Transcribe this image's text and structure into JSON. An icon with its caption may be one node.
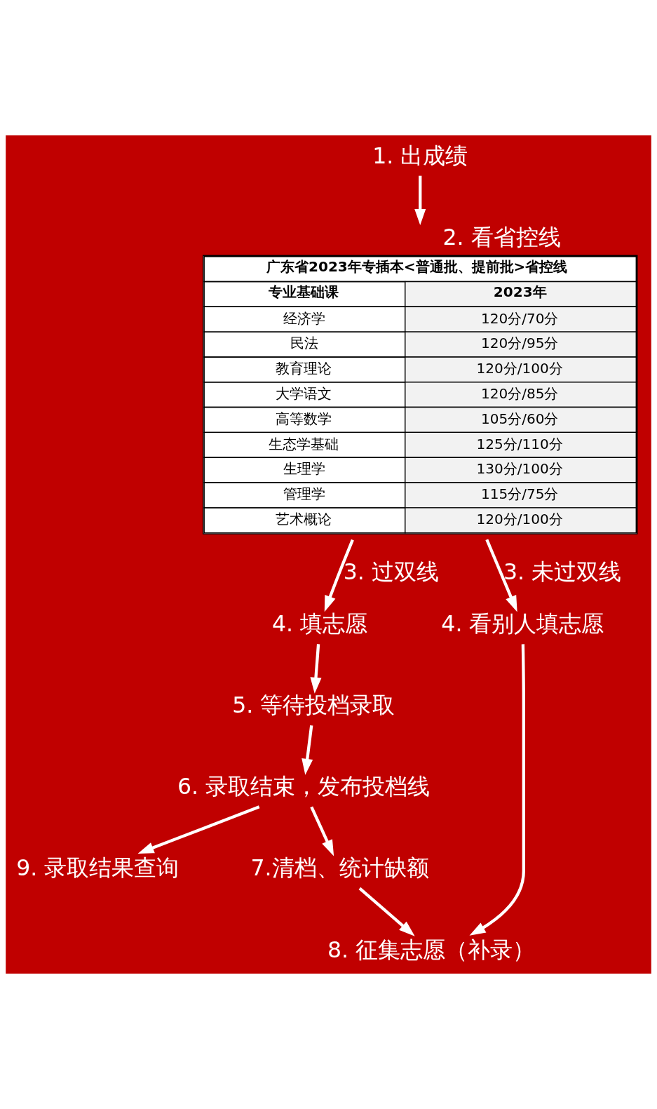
{
  "diagram": {
    "nodes": [
      {
        "text": [
          "1. 出成绩"
        ]
      },
      {
        "text": [
          "2. 看省控线",
          "广东省2023年专插本<普通批、提前批>省控线",
          "专业基础课",
          "2023年",
          "经济学",
          "120分/70分",
          "民法",
          "120分/95分",
          "教育理论",
          "120分/100分",
          "大学语文",
          "120分/85分",
          "高等数学",
          "105分/60分",
          "生态学基础",
          "125分/110分",
          "生理学",
          "130分/100分",
          "管理学",
          "115分/75分",
          "艺术概论",
          "120分/100分"
        ]
      },
      {
        "text": [
          "4. 填志愿"
        ]
      },
      {
        "text": [
          "4. 看别人填志愿"
        ]
      },
      {
        "text": [
          "5. 等待投档录取"
        ]
      },
      {
        "text": [
          "8. 征集志愿（补录）"
        ]
      },
      {
        "text": [
          "6. 录取结束，发布投档线"
        ]
      },
      {
        "text": [
          "9. 录取结果查询"
        ]
      },
      {
        "text": [
          "7.清档、统计缺额"
        ]
      }
    ],
    "edges": [
      {
        "from": 0,
        "to": 1,
        "arrow": "to"
      },
      {
        "from": 1,
        "to": 2,
        "arrow": "to",
        "label": "3. 过双线"
      },
      {
        "from": 1,
        "to": 3,
        "arrow": "to",
        "label": "3. 未过双线"
      },
      {
        "from": 2,
        "to": 4,
        "arrow": "to"
      },
      {
        "from": 3,
        "to": 5,
        "arrow": "to"
      },
      {
        "from": 4,
        "to": 6,
        "arrow": "to"
      },
      {
        "from": 6,
        "to": 7,
        "arrow": "to"
      },
      {
        "from": 6,
        "to": 8,
        "arrow": "to"
      },
      {
        "from": 8,
        "to": 5,
        "arrow": "to"
      }
    ]
  }
}
